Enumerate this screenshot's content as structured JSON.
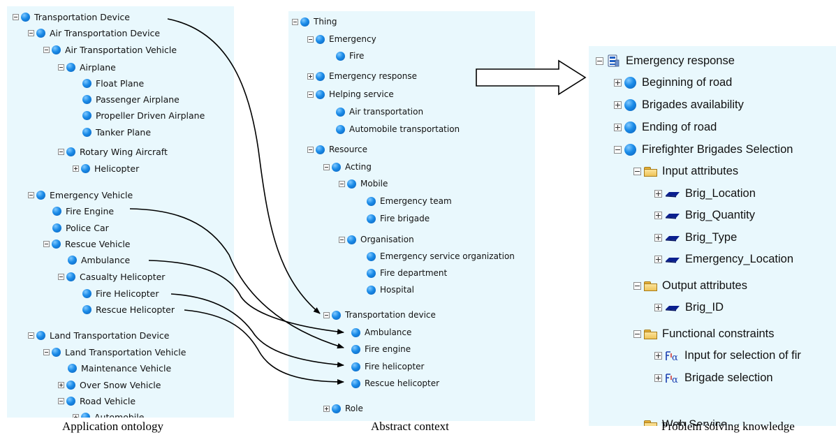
{
  "panels": {
    "application_ontology": {
      "caption": "Application ontology",
      "items": [
        {
          "label": "Transportation Device",
          "toggle": "minus",
          "icon": "ball"
        },
        {
          "label": "Air Transportation Device",
          "toggle": "minus",
          "icon": "ball"
        },
        {
          "label": "Air Transportation Vehicle",
          "toggle": "minus",
          "icon": "ball"
        },
        {
          "label": "Airplane",
          "toggle": "minus",
          "icon": "ball"
        },
        {
          "label": "Float Plane",
          "toggle": "none",
          "icon": "ball"
        },
        {
          "label": "Passenger Airplane",
          "toggle": "none",
          "icon": "ball"
        },
        {
          "label": "Propeller Driven Airplane",
          "toggle": "none",
          "icon": "ball"
        },
        {
          "label": "Tanker Plane",
          "toggle": "none",
          "icon": "ball"
        },
        {
          "label": "Rotary Wing Aircraft",
          "toggle": "minus",
          "icon": "ball"
        },
        {
          "label": "Helicopter",
          "toggle": "plus",
          "icon": "ball"
        },
        {
          "label": "Emergency Vehicle",
          "toggle": "minus",
          "icon": "ball"
        },
        {
          "label": "Fire Engine",
          "toggle": "none",
          "icon": "ball"
        },
        {
          "label": "Police Car",
          "toggle": "none",
          "icon": "ball"
        },
        {
          "label": "Rescue Vehicle",
          "toggle": "minus",
          "icon": "ball"
        },
        {
          "label": "Ambulance",
          "toggle": "none",
          "icon": "ball"
        },
        {
          "label": "Casualty Helicopter",
          "toggle": "minus",
          "icon": "ball"
        },
        {
          "label": "Fire Helicopter",
          "toggle": "none",
          "icon": "ball"
        },
        {
          "label": "Rescue Helicopter",
          "toggle": "none",
          "icon": "ball"
        },
        {
          "label": "Land Transportation Device",
          "toggle": "minus",
          "icon": "ball"
        },
        {
          "label": "Land Transportation Vehicle",
          "toggle": "minus",
          "icon": "ball"
        },
        {
          "label": "Maintenance Vehicle",
          "toggle": "none",
          "icon": "ball"
        },
        {
          "label": "Over Snow Vehicle",
          "toggle": "plus",
          "icon": "ball"
        },
        {
          "label": "Road Vehicle",
          "toggle": "minus",
          "icon": "ball"
        },
        {
          "label": "Automobile",
          "toggle": "plus",
          "icon": "ball"
        }
      ]
    },
    "abstract_context": {
      "caption": "Abstract context",
      "items": [
        {
          "label": "Thing",
          "toggle": "minus",
          "icon": "ball"
        },
        {
          "label": "Emergency",
          "toggle": "minus",
          "icon": "ball"
        },
        {
          "label": "Fire",
          "toggle": "none",
          "icon": "ball"
        },
        {
          "label": "Emergency response",
          "toggle": "plus",
          "icon": "ball"
        },
        {
          "label": "Helping service",
          "toggle": "minus",
          "icon": "ball"
        },
        {
          "label": "Air transportation",
          "toggle": "none",
          "icon": "ball"
        },
        {
          "label": "Automobile transportation",
          "toggle": "none",
          "icon": "ball"
        },
        {
          "label": "Resource",
          "toggle": "minus",
          "icon": "ball"
        },
        {
          "label": "Acting",
          "toggle": "minus",
          "icon": "ball"
        },
        {
          "label": "Mobile",
          "toggle": "minus",
          "icon": "ball"
        },
        {
          "label": "Emergency team",
          "toggle": "none",
          "icon": "ball"
        },
        {
          "label": "Fire brigade",
          "toggle": "none",
          "icon": "ball"
        },
        {
          "label": "Organisation",
          "toggle": "minus",
          "icon": "ball"
        },
        {
          "label": "Emergency service organization",
          "toggle": "none",
          "icon": "ball"
        },
        {
          "label": "Fire department",
          "toggle": "none",
          "icon": "ball"
        },
        {
          "label": "Hospital",
          "toggle": "none",
          "icon": "ball"
        },
        {
          "label": "Transportation device",
          "toggle": "minus",
          "icon": "ball"
        },
        {
          "label": "Ambulance",
          "toggle": "none",
          "icon": "ball"
        },
        {
          "label": "Fire engine",
          "toggle": "none",
          "icon": "ball"
        },
        {
          "label": "Fire helicopter",
          "toggle": "none",
          "icon": "ball"
        },
        {
          "label": "Rescue helicopter",
          "toggle": "none",
          "icon": "ball"
        },
        {
          "label": "Role",
          "toggle": "plus",
          "icon": "ball"
        }
      ]
    },
    "problem_solving_knowledge": {
      "caption": "Problem solving knowledge",
      "items": [
        {
          "label": "Emergency response",
          "toggle": "minus",
          "icon": "database"
        },
        {
          "label": "Beginning of road",
          "toggle": "plus",
          "icon": "ball"
        },
        {
          "label": "Brigades availability",
          "toggle": "plus",
          "icon": "ball"
        },
        {
          "label": "Ending of road",
          "toggle": "plus",
          "icon": "ball"
        },
        {
          "label": "Firefighter Brigades Selection",
          "toggle": "minus",
          "icon": "ball"
        },
        {
          "label": "Input attributes",
          "toggle": "minus",
          "icon": "folder"
        },
        {
          "label": "Brig_Location",
          "toggle": "plus",
          "icon": "attribute"
        },
        {
          "label": "Brig_Quantity",
          "toggle": "plus",
          "icon": "attribute"
        },
        {
          "label": "Brig_Type",
          "toggle": "plus",
          "icon": "attribute"
        },
        {
          "label": "Emergency_Location",
          "toggle": "plus",
          "icon": "attribute"
        },
        {
          "label": "Output attributes",
          "toggle": "minus",
          "icon": "folder"
        },
        {
          "label": "Brig_ID",
          "toggle": "plus",
          "icon": "attribute"
        },
        {
          "label": "Functional constraints",
          "toggle": "minus",
          "icon": "folder"
        },
        {
          "label": "Input for selection of fir",
          "toggle": "plus",
          "icon": "function"
        },
        {
          "label": "Brigade selection",
          "toggle": "plus",
          "icon": "function"
        },
        {
          "label": "Web Service",
          "toggle": "none",
          "icon": "folder"
        }
      ]
    }
  },
  "colors": {
    "panel_background": "#e9f8fd",
    "node_ball": "#1a8be8",
    "folder": "#efc458",
    "attribute_icon": "#0a1f8f"
  }
}
